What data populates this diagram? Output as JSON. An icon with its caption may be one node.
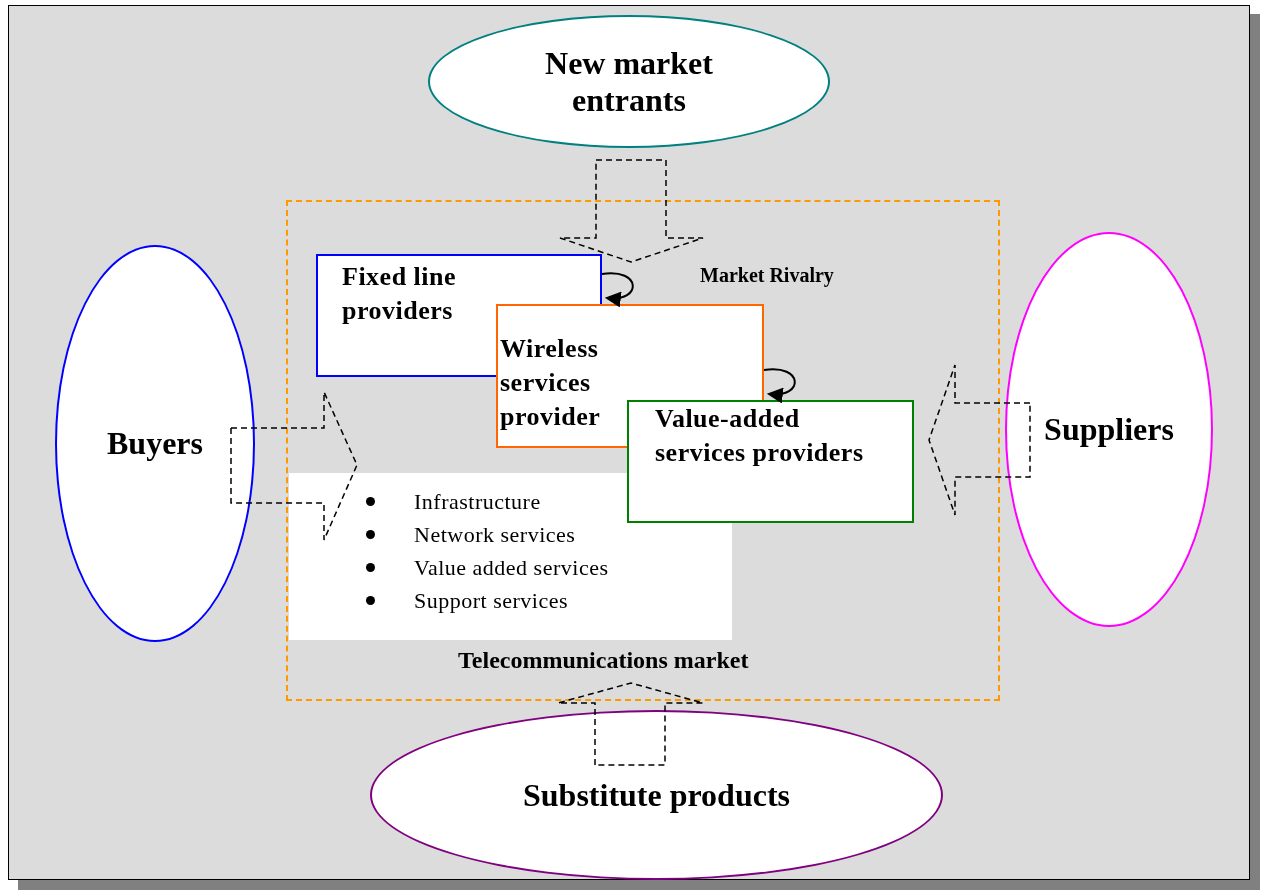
{
  "diagram": {
    "nodes": [
      {
        "text": [
          "New market entrants"
        ]
      },
      {
        "text": [
          "Market Rivalry",
          "Telecommunications market"
        ]
      },
      {
        "text": [
          "Fixed line providers"
        ],
        "in": 1
      },
      {
        "text": [
          "Wireless services provider"
        ],
        "in": 1
      },
      {
        "text": [
          "Value-added services providers"
        ],
        "in": 1
      },
      {
        "text": [
          "Infrastructure",
          "Network services",
          "Value added services",
          "Support services"
        ],
        "in": 1
      },
      {
        "text": [
          "Buyers"
        ]
      },
      {
        "text": [
          "Suppliers"
        ]
      },
      {
        "text": [
          "Substitute products"
        ]
      }
    ],
    "edges": [
      {
        "from": 0,
        "to": 1,
        "arrow": "to",
        "style": "dashed"
      },
      {
        "from": 6,
        "to": 1,
        "arrow": "to",
        "style": "dashed"
      },
      {
        "from": 7,
        "to": 1,
        "arrow": "to",
        "style": "dashed"
      },
      {
        "from": 8,
        "to": 1,
        "arrow": "to",
        "style": "dashed"
      },
      {
        "from": 2,
        "to": 3,
        "arrow": "to"
      },
      {
        "from": 3,
        "to": 4,
        "arrow": "to"
      }
    ]
  }
}
